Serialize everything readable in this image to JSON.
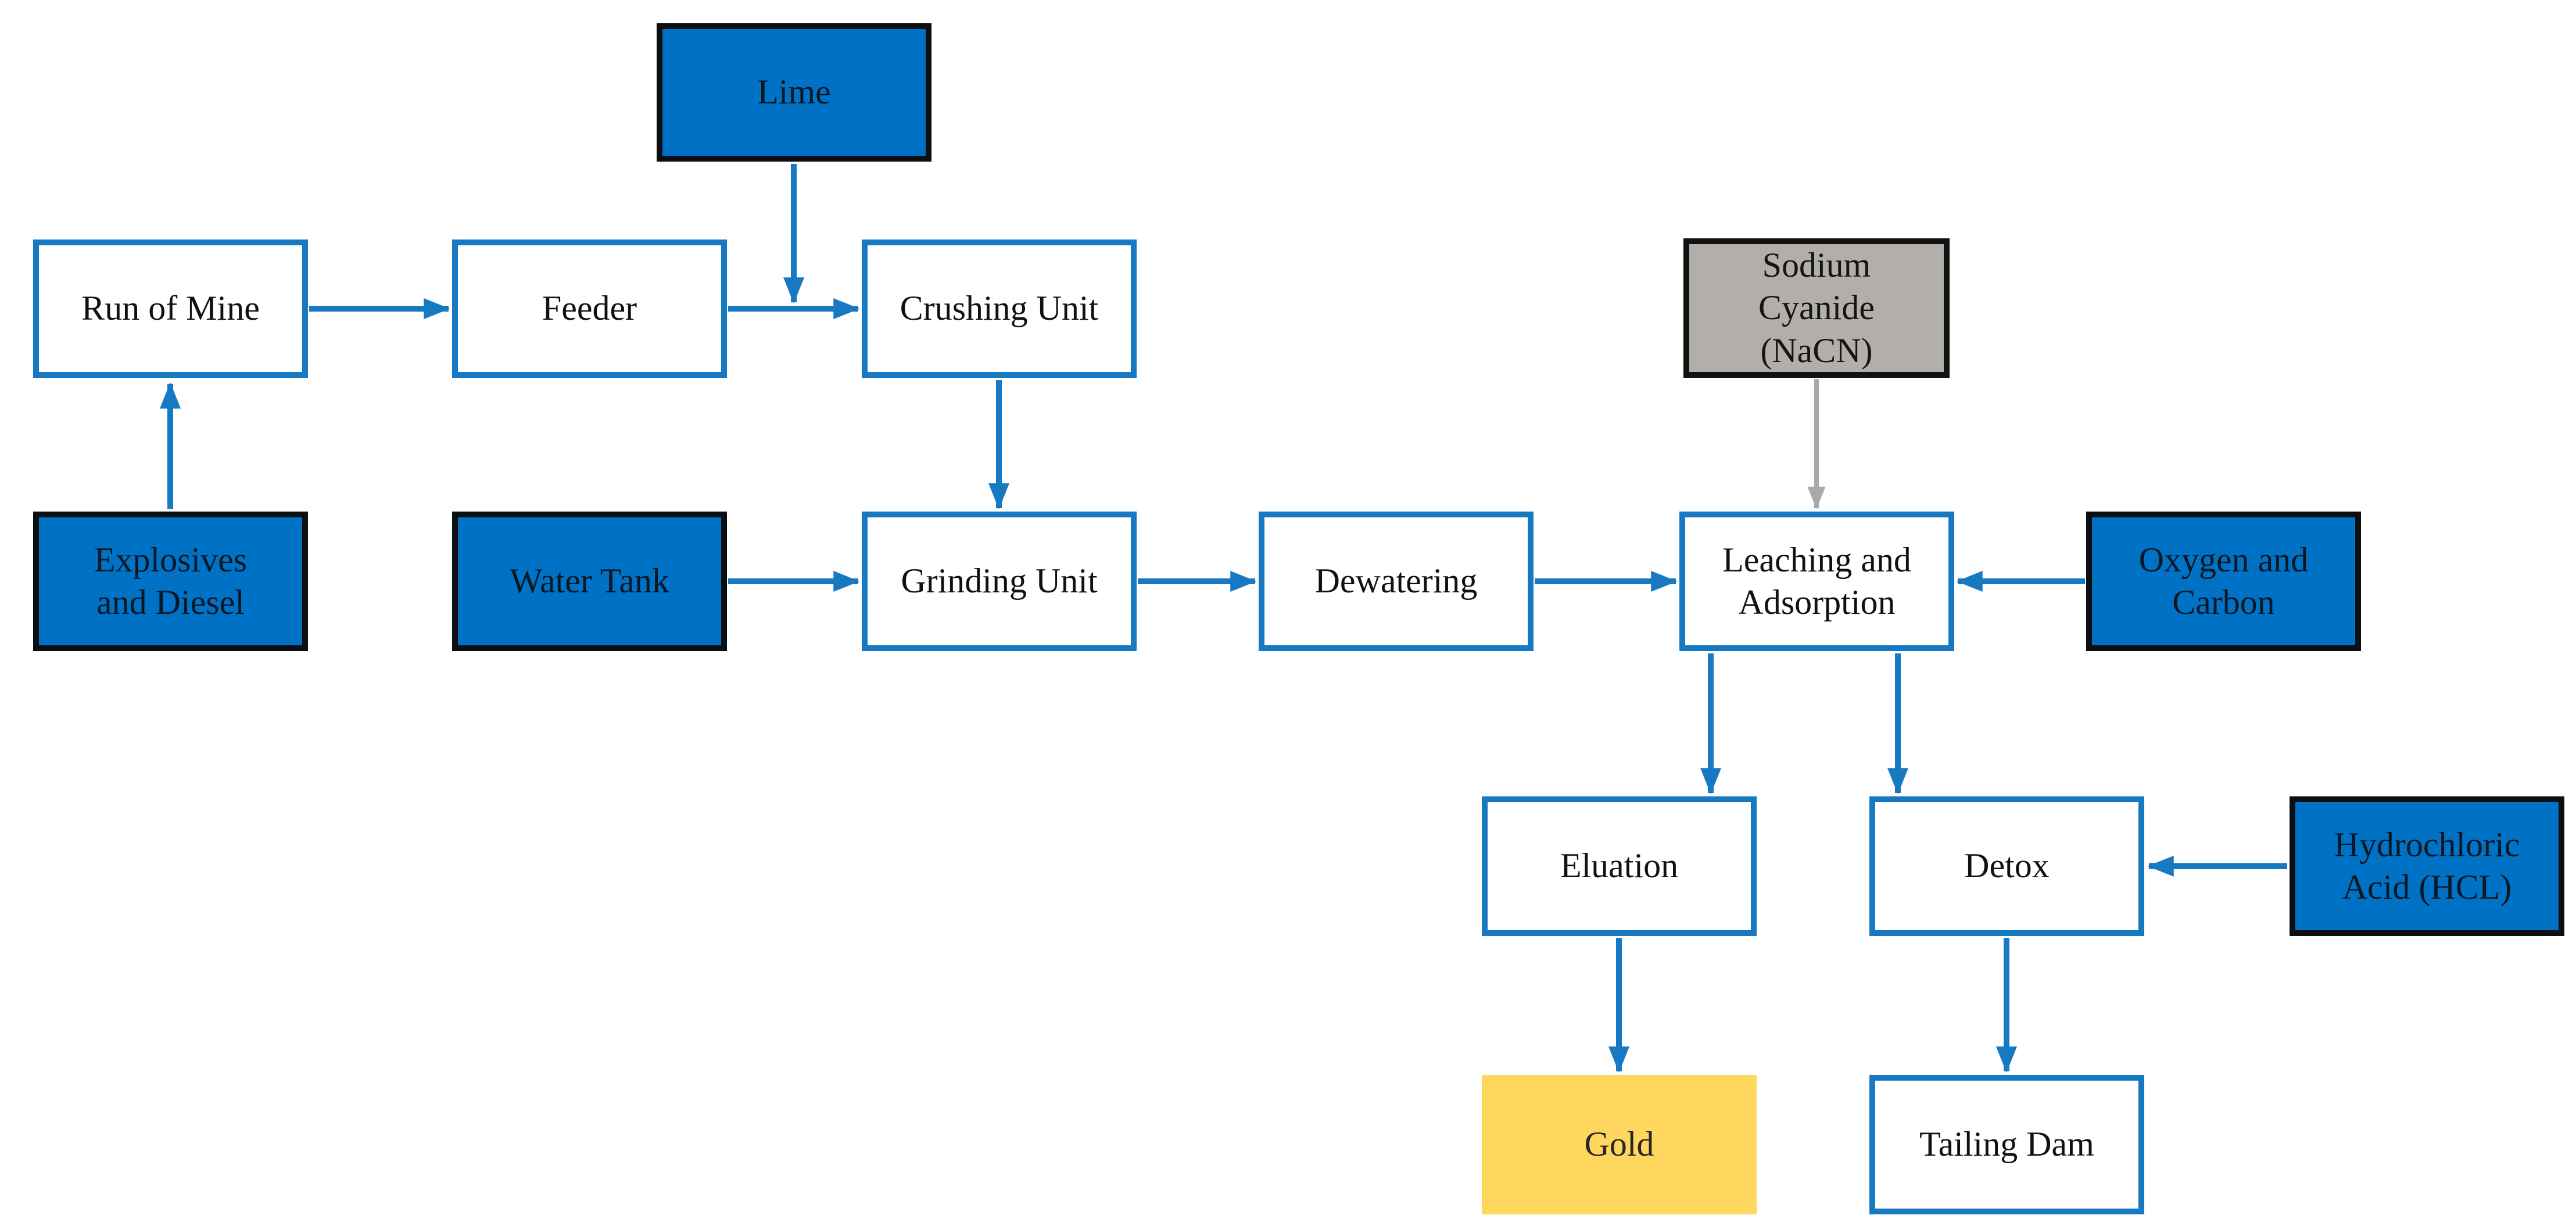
{
  "figure": {
    "kind": "process-flowchart",
    "colors": {
      "process_box_border": "#1779c1",
      "process_box_fill": "#ffffff",
      "input_box_fill": "#0072c5",
      "input_box_border": "#0b0f14",
      "reagent_box_fill": "#b2aea9",
      "product_box_fill": "#ffd75f",
      "arrow_blue": "#1779c1",
      "arrow_gray": "#a9a9a9"
    }
  },
  "nodes": {
    "lime": {
      "label": "Lime",
      "type": "input-blue"
    },
    "run_of_mine": {
      "label": "Run of Mine",
      "type": "process-white"
    },
    "feeder": {
      "label": "Feeder",
      "type": "process-white"
    },
    "crushing_unit": {
      "label": "Crushing Unit",
      "type": "process-white"
    },
    "sodium_cyanide": {
      "label": "Sodium\nCyanide\n(NaCN)",
      "type": "reagent-gray"
    },
    "explosives_diesel": {
      "label": "Explosives\nand Diesel",
      "type": "input-blue"
    },
    "water_tank": {
      "label": "Water Tank",
      "type": "input-blue"
    },
    "grinding_unit": {
      "label": "Grinding Unit",
      "type": "process-white"
    },
    "dewatering": {
      "label": "Dewatering",
      "type": "process-white"
    },
    "leaching_adsorption": {
      "label": "Leaching and\nAdsorption",
      "type": "process-white"
    },
    "oxygen_carbon": {
      "label": "Oxygen and\nCarbon",
      "type": "input-blue"
    },
    "eluation": {
      "label": "Eluation",
      "type": "process-white"
    },
    "detox": {
      "label": "Detox",
      "type": "process-white"
    },
    "hydrochloric_acid": {
      "label": "Hydrochloric\nAcid (HCL)",
      "type": "input-blue"
    },
    "gold": {
      "label": "Gold",
      "type": "product-gold"
    },
    "tailing_dam": {
      "label": "Tailing Dam",
      "type": "process-white"
    }
  },
  "edges": [
    {
      "from": "explosives_diesel",
      "to": "run_of_mine",
      "color": "blue"
    },
    {
      "from": "run_of_mine",
      "to": "feeder",
      "color": "blue"
    },
    {
      "from": "feeder",
      "to": "crushing_unit",
      "color": "blue"
    },
    {
      "from": "lime",
      "to": "crushing_unit",
      "color": "blue"
    },
    {
      "from": "crushing_unit",
      "to": "grinding_unit",
      "color": "blue"
    },
    {
      "from": "water_tank",
      "to": "grinding_unit",
      "color": "blue"
    },
    {
      "from": "grinding_unit",
      "to": "dewatering",
      "color": "blue"
    },
    {
      "from": "dewatering",
      "to": "leaching_adsorption",
      "color": "blue"
    },
    {
      "from": "sodium_cyanide",
      "to": "leaching_adsorption",
      "color": "gray"
    },
    {
      "from": "oxygen_carbon",
      "to": "leaching_adsorption",
      "color": "blue"
    },
    {
      "from": "leaching_adsorption",
      "to": "eluation",
      "color": "blue"
    },
    {
      "from": "leaching_adsorption",
      "to": "detox",
      "color": "blue"
    },
    {
      "from": "hydrochloric_acid",
      "to": "detox",
      "color": "blue"
    },
    {
      "from": "eluation",
      "to": "gold",
      "color": "blue"
    },
    {
      "from": "detox",
      "to": "tailing_dam",
      "color": "blue"
    }
  ]
}
